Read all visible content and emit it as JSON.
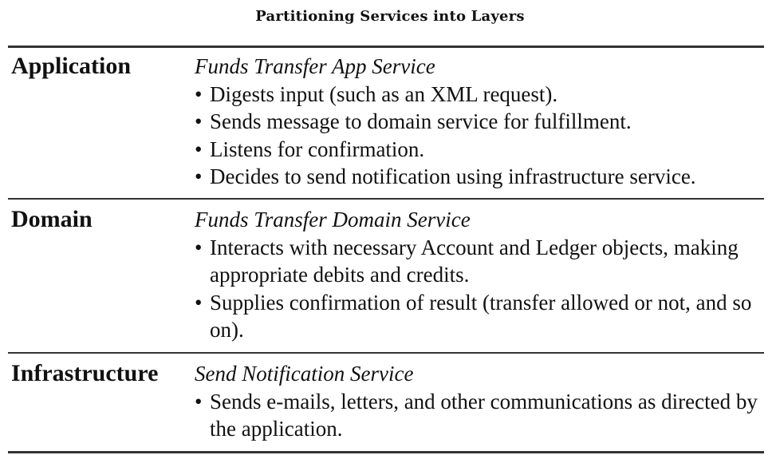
{
  "title": "Partitioning Services into Layers",
  "rows": [
    {
      "layer": "Application",
      "service": "Funds Transfer App Service",
      "bullets": [
        "Digests input (such as an XML request).",
        "Sends message to domain service for fulfillment.",
        "Listens for confirmation.",
        "Decides to send notification using infrastructure service."
      ]
    },
    {
      "layer": "Domain",
      "service": "Funds Transfer Domain Service",
      "bullets": [
        "Interacts with necessary Account and Ledger objects, making appropriate debits and credits.",
        "Supplies confirmation of result (transfer allowed or not, and so on)."
      ]
    },
    {
      "layer": "Infrastructure",
      "service": "Send Notification Service",
      "bullets": [
        "Sends e-mails, letters, and other communications as directed by the application."
      ]
    }
  ]
}
